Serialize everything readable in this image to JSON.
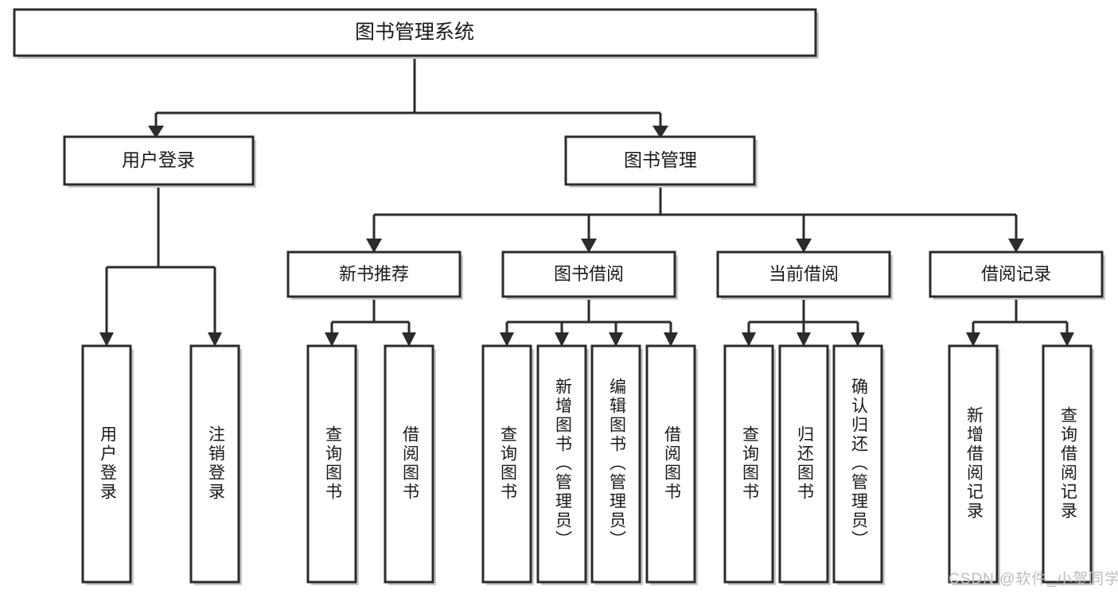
{
  "diagram": {
    "type": "tree",
    "title": "图书管理系统",
    "style": {
      "box_fill": "#ffffff",
      "box_stroke": "#2b2b2b",
      "connector_color": "#2b2b2b",
      "text_color": "#1a1a1a",
      "background": "#ffffff",
      "watermark_color": "#bdbdbd"
    },
    "root": {
      "label": "图书管理系统"
    },
    "level1": [
      {
        "label": "用户登录"
      },
      {
        "label": "图书管理"
      }
    ],
    "level2": [
      {
        "label": "新书推荐"
      },
      {
        "label": "图书借阅"
      },
      {
        "label": "当前借阅"
      },
      {
        "label": "借阅记录"
      }
    ],
    "leaves": {
      "user_login": [
        {
          "label": "用户登录"
        },
        {
          "label": "注销登录"
        }
      ],
      "new_book_recommend": [
        {
          "label": "查询图书"
        },
        {
          "label": "借阅图书"
        }
      ],
      "book_borrow": [
        {
          "label": "查询图书"
        },
        {
          "label": "新增图书（管理员）"
        },
        {
          "label": "编辑图书（管理员）"
        },
        {
          "label": "借阅图书"
        }
      ],
      "current_borrow": [
        {
          "label": "查询图书"
        },
        {
          "label": "归还图书"
        },
        {
          "label": "确认归还（管理员）"
        }
      ],
      "borrow_record": [
        {
          "label": "新增借阅记录"
        },
        {
          "label": "查询借阅记录"
        }
      ]
    },
    "watermark": {
      "text": "CSDN @软件_小贺同学"
    }
  }
}
